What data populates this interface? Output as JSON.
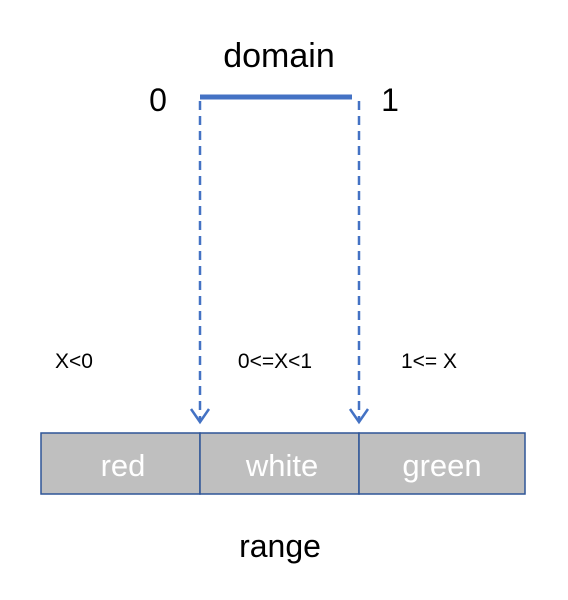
{
  "domain": {
    "title": "domain",
    "start_label": "0",
    "end_label": "1"
  },
  "conditions": [
    "X<0",
    "0<=X<1",
    "1<= X"
  ],
  "range": {
    "title": "range",
    "cells": [
      "red",
      "white",
      "green"
    ]
  },
  "colors": {
    "line": "#4472C4",
    "arrow": "#4472C4",
    "cell_fill": "#BFBFBF",
    "cell_border": "#2F5597",
    "cell_text": "#FFFFFF",
    "text": "#000000"
  }
}
